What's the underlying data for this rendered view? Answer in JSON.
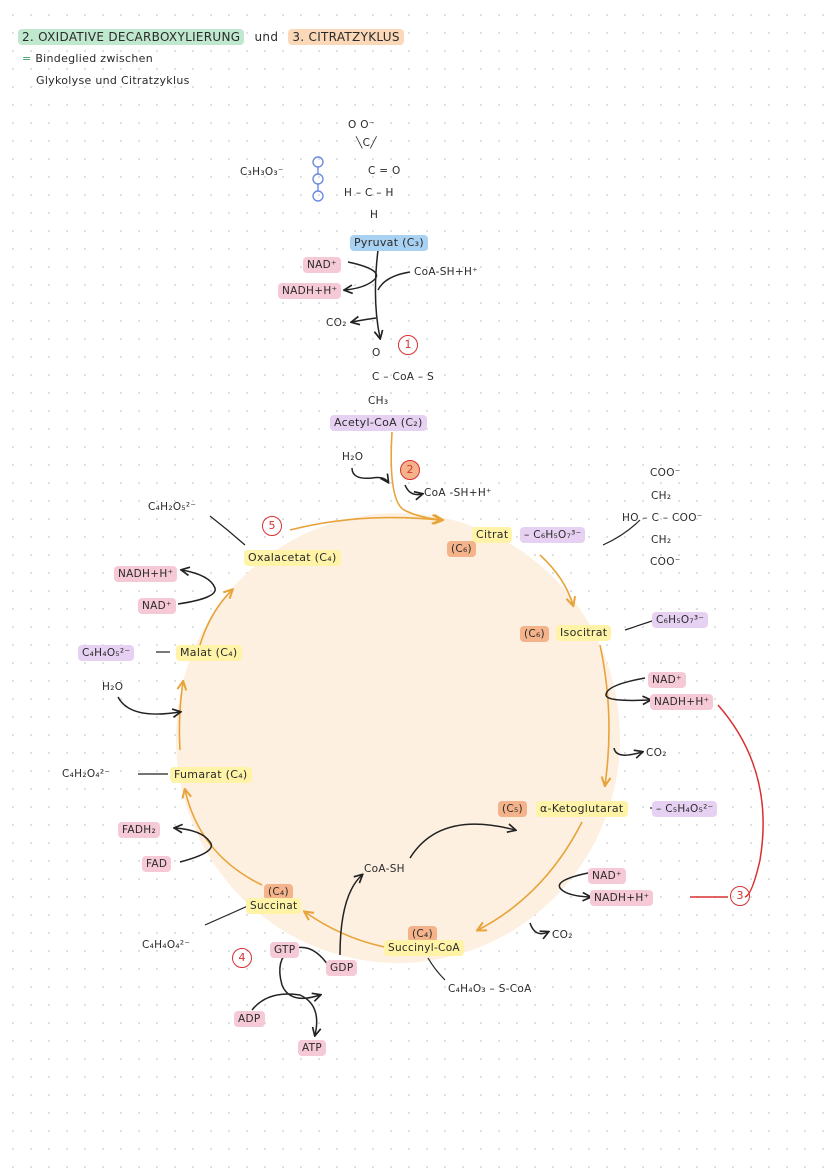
{
  "header": {
    "title_part1": "2. OXIDATIVE DECARBOXYLIERUNG",
    "title_und": "und",
    "title_part2": "3. CITRATZYKLUS",
    "eq": "=",
    "subtitle_line1": "Bindeglied zwischen",
    "subtitle_line2": "Glykolyse und Citratzyklus"
  },
  "pyruvate": {
    "formula": "C₃H₃O₃⁻",
    "struct_line1": "O   O⁻",
    "struct_line2": "╲C╱",
    "struct_line3": "C = O",
    "struct_line4": "H – C – H",
    "struct_line5": "H",
    "label": "Pyruvat (C₃)"
  },
  "decarboxylation": {
    "nad": "NAD⁺",
    "nadh": "NADH+H⁺",
    "coa_in": "CoA-SH+H⁺",
    "co2": "CO₂",
    "step": "1",
    "acetyl_struct_line1": "O",
    "acetyl_struct_line2": "C – CoA – S",
    "acetyl_struct_line3": "CH₃",
    "acetyl_label": "Acetyl-CoA (C₂)"
  },
  "citrate_step": {
    "h2o": "H₂O",
    "step": "2",
    "coa_out": "CoA -SH+H⁺",
    "label": "Citrat",
    "c6": "(C₆)",
    "formula": "– C₆H₅O₇³⁻",
    "struct_line1": "COO⁻",
    "struct_line2": "CH₂",
    "struct_line3": "HO – C – COO⁻",
    "struct_line4": "CH₂",
    "struct_line5": "COO⁻"
  },
  "isocitrate": {
    "c6": "(C₆)",
    "label": "Isocitrat",
    "formula": "C₆H₅O₇³⁻",
    "nad": "NAD⁺",
    "nadh": "NADH+H⁺",
    "co2": "CO₂"
  },
  "ketoglutarate": {
    "c5": "(C₅)",
    "label": "α-Ketoglutarat",
    "formula": "– C₅H₄O₅²⁻",
    "coa_in": "CoA-SH",
    "nad": "NAD⁺",
    "nadh": "NADH+H⁺",
    "step": "3",
    "co2": "CO₂"
  },
  "succinyl": {
    "c4": "(C₄)",
    "label": "Succinyl-CoA",
    "formula": "C₄H₄O₃ – S-CoA"
  },
  "succinate": {
    "c4": "(C₄)",
    "label": "Succinat",
    "formula": "C₄H₄O₄²⁻",
    "step": "4",
    "gtp": "GTP",
    "gdp": "GDP",
    "adp": "ADP",
    "atp": "ATP",
    "fadh2": "FADH₂",
    "fad": "FAD"
  },
  "fumarate": {
    "formula": "C₄H₂O₄²⁻",
    "dash": "—",
    "label": "Fumarat (C₄)",
    "h2o": "H₂O"
  },
  "malate": {
    "formula": "C₄H₄O₅²⁻",
    "dash": "–",
    "label": "Malat (C₄)",
    "nad": "NAD⁺",
    "nadh": "NADH+H⁺"
  },
  "oxaloacetate": {
    "formula": "C₄H₂O₅²⁻",
    "step": "5",
    "label": "Oxalacetat (C₄)"
  },
  "colors": {
    "cycle_fill": "#fdf0e0",
    "arrow_orange": "#e8a33a",
    "arrow_black": "#222222",
    "arrow_red": "#d93030"
  }
}
